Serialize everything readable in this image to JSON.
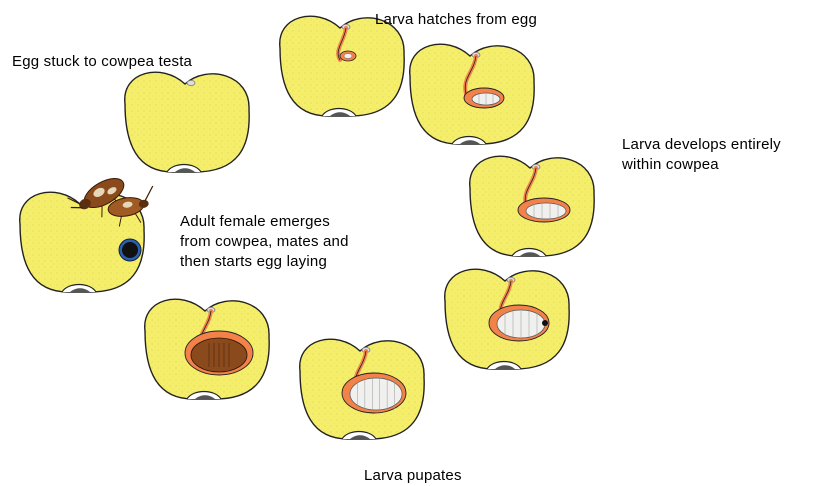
{
  "colors": {
    "seed_fill": "#f5ee6a",
    "seed_stroke": "#222222",
    "larva_tunnel": "#f2824a",
    "larva_body": "#f0f0ee",
    "beetle_brown": "#8a4a1c",
    "exit_hole": "#111111",
    "exit_ring": "#2a5fb0"
  },
  "labels": {
    "egg_stuck": "Egg stuck to cowpea testa",
    "larva_hatches": "Larva hatches from egg",
    "larva_develops_1": "Larva develops entirely",
    "larva_develops_2": "within cowpea",
    "adult_emerges_1": "Adult female emerges",
    "adult_emerges_2": "from cowpea, mates and",
    "adult_emerges_3": "then starts egg laying",
    "larva_pupates": "Larva pupates"
  }
}
